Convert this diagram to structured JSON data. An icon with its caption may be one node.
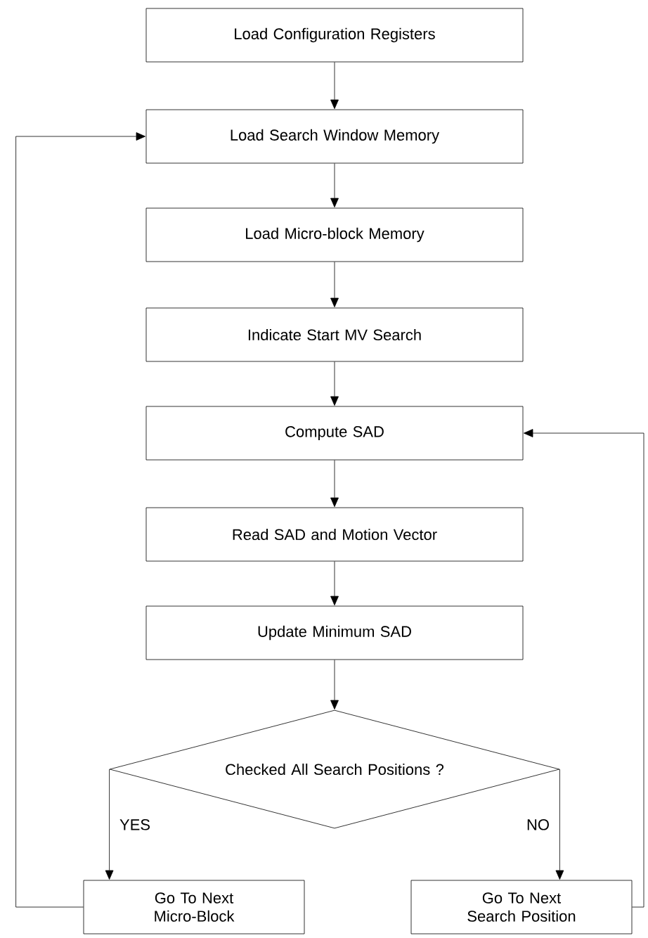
{
  "diagram": {
    "nodes": [
      {
        "text": [
          "Load Configuration Registers"
        ]
      },
      {
        "text": [
          "Load Search Window Memory"
        ]
      },
      {
        "text": [
          "Load Micro-block Memory"
        ]
      },
      {
        "text": [
          "Indicate Start MV Search"
        ]
      },
      {
        "text": [
          "Compute SAD"
        ]
      },
      {
        "text": [
          "Read SAD and Motion Vector"
        ]
      },
      {
        "text": [
          "Update Minimum SAD"
        ]
      },
      {
        "text": [
          "Checked All Search Positions ?"
        ]
      },
      {
        "text": [
          "Go To Next Micro-Block"
        ]
      },
      {
        "text": [
          "Go To Next Search Position"
        ]
      }
    ],
    "edges": [
      {
        "from": 0,
        "to": 1,
        "arrow": "to"
      },
      {
        "from": 1,
        "to": 2,
        "arrow": "to"
      },
      {
        "from": 2,
        "to": 3,
        "arrow": "to"
      },
      {
        "from": 3,
        "to": 4,
        "arrow": "to"
      },
      {
        "from": 4,
        "to": 5,
        "arrow": "to"
      },
      {
        "from": 5,
        "to": 6,
        "arrow": "to"
      },
      {
        "from": 6,
        "to": 7,
        "arrow": "to"
      },
      {
        "from": 7,
        "to": 8,
        "arrow": "to",
        "label": "YES"
      },
      {
        "from": 7,
        "to": 9,
        "arrow": "to",
        "label": "NO"
      },
      {
        "from": 8,
        "to": 1,
        "arrow": "to"
      },
      {
        "from": 9,
        "to": 4,
        "arrow": "to"
      }
    ]
  }
}
